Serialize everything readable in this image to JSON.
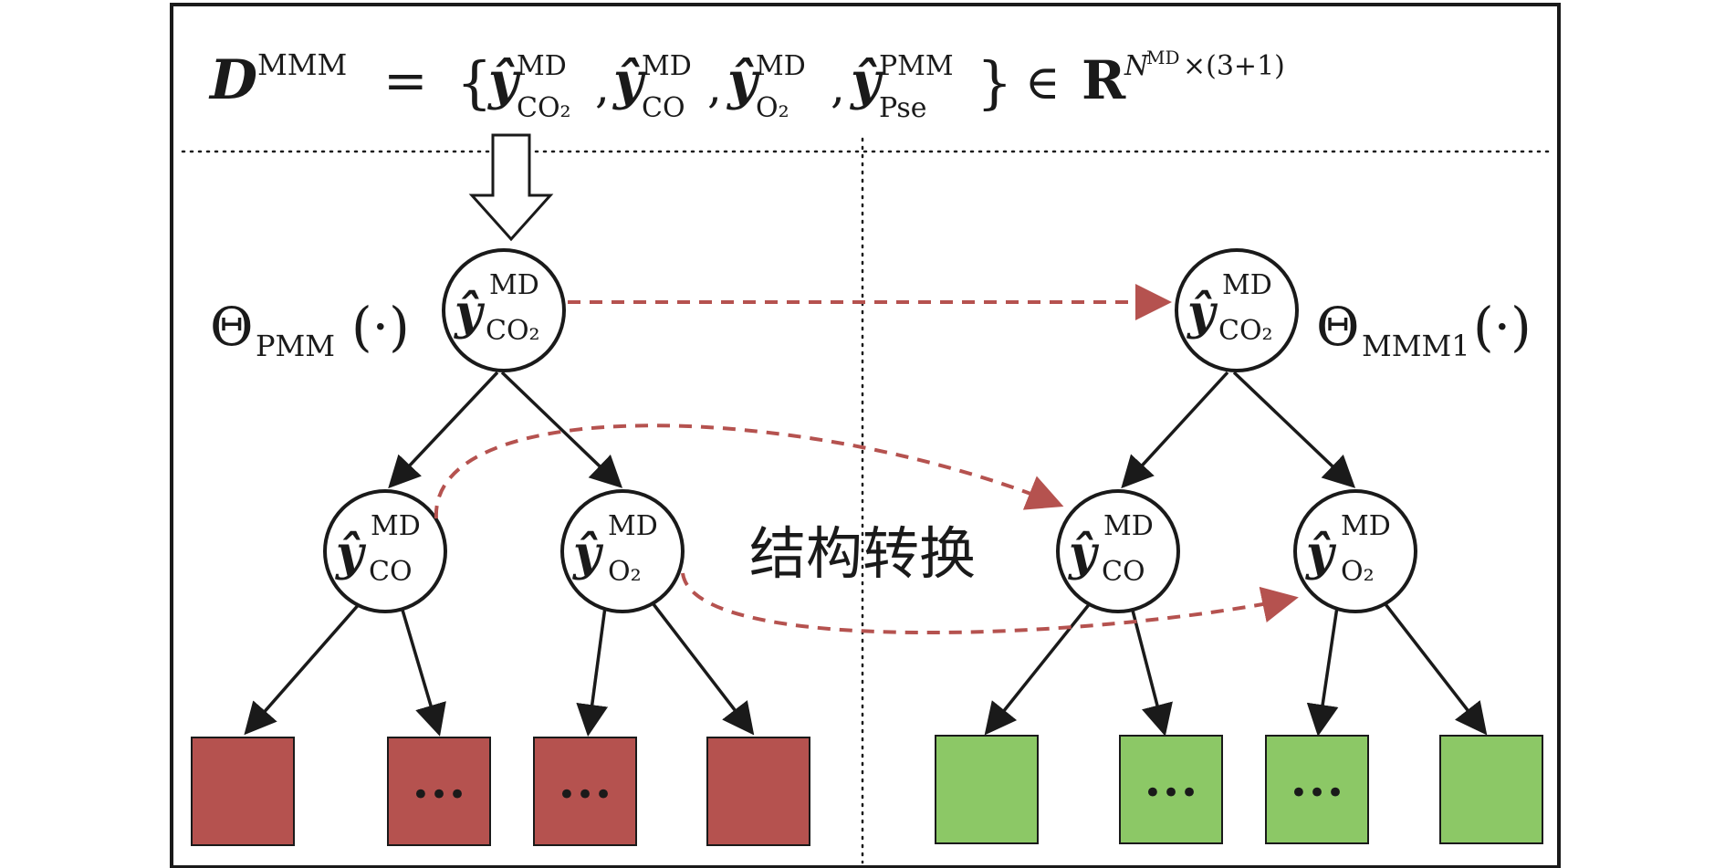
{
  "formula": {
    "lhs_symbol": "D",
    "lhs_sup": "MMM",
    "equals": "=",
    "lbrace": "{",
    "items": [
      {
        "sym": "ŷ",
        "sup": "MD",
        "sub": "CO₂"
      },
      {
        "sym": "ŷ",
        "sup": "MD",
        "sub": "CO"
      },
      {
        "sym": "ŷ",
        "sup": "MD",
        "sub": "O₂"
      },
      {
        "sym": "ŷ",
        "sup": "PMM",
        "sub": "Pse"
      }
    ],
    "comma": ",",
    "rbrace": "}",
    "in": "∈",
    "space_symbol": "R",
    "space_sup_n": "N",
    "space_sup_n_sup": "MD",
    "space_sup_dims": "×(3+1)"
  },
  "left_tree": {
    "label_theta": "Θ",
    "label_sub": "PMM",
    "label_arg": "(·)",
    "root": {
      "sym": "ŷ",
      "sup": "MD",
      "sub": "CO₂"
    },
    "left_child": {
      "sym": "ŷ",
      "sup": "MD",
      "sub": "CO"
    },
    "right_child": {
      "sym": "ŷ",
      "sup": "MD",
      "sub": "O₂"
    },
    "leaf_ellipsis": "•••"
  },
  "right_tree": {
    "label_theta": "Θ",
    "label_sub": "MMM1",
    "label_arg": "(·)",
    "root": {
      "sym": "ŷ",
      "sup": "MD",
      "sub": "CO₂"
    },
    "left_child": {
      "sym": "ŷ",
      "sup": "MD",
      "sub": "CO"
    },
    "right_child": {
      "sym": "ŷ",
      "sup": "MD",
      "sub": "O₂"
    },
    "leaf_ellipsis": "•••"
  },
  "transform_label": "结构转换",
  "colors": {
    "left_leaf": "#b5524f",
    "right_leaf": "#8cc866",
    "transfer_arrow": "#b5524f"
  }
}
